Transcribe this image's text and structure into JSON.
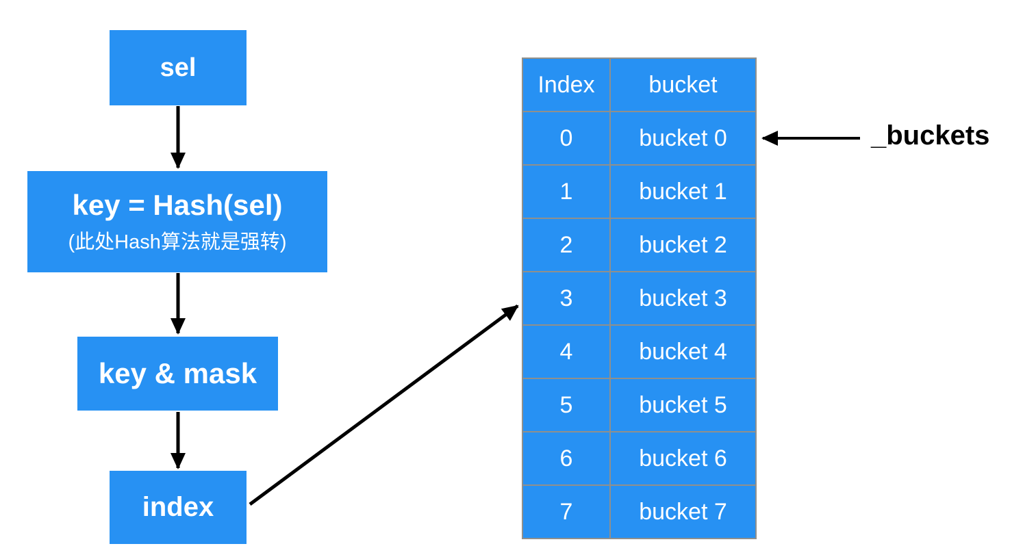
{
  "colors": {
    "node-blue": "#2791F3",
    "table-border": "#90908C",
    "arrow-black": "#000000",
    "text-white": "#FFFFFF",
    "canvas-bg": "#FFFFFF"
  },
  "flowchart": {
    "sel": {
      "label": "sel"
    },
    "hash": {
      "label": "key = Hash(sel)",
      "sublabel": "(此处Hash算法就是强转)"
    },
    "mask": {
      "label": "key & mask"
    },
    "index": {
      "label": "index"
    }
  },
  "table": {
    "headers": [
      "Index",
      "bucket"
    ],
    "rows": [
      [
        "0",
        "bucket 0"
      ],
      [
        "1",
        "bucket 1"
      ],
      [
        "2",
        "bucket 2"
      ],
      [
        "3",
        "bucket 3"
      ],
      [
        "4",
        "bucket 4"
      ],
      [
        "5",
        "bucket 5"
      ],
      [
        "6",
        "bucket 6"
      ],
      [
        "7",
        "bucket 7"
      ]
    ]
  },
  "annotations": {
    "buckets_label": "_buckets"
  }
}
